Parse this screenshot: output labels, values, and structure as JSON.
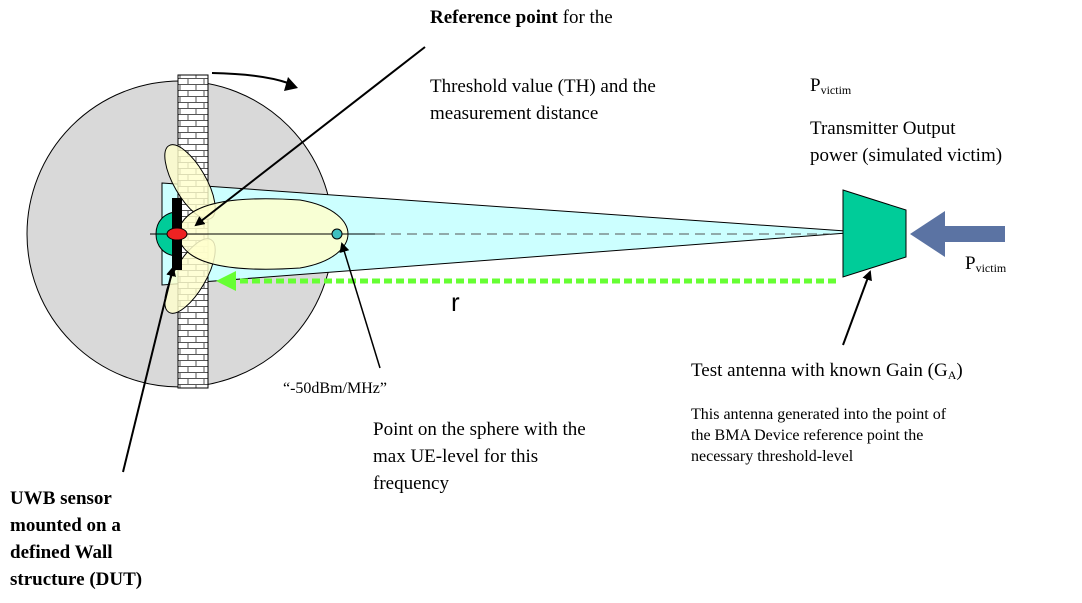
{
  "reference": {
    "bold": "Reference point",
    "rest": " for the",
    "line2": "Threshold value (TH) and the",
    "line3": "measurement distance"
  },
  "p_victim_top": {
    "base": "P",
    "sub": "victim"
  },
  "transmitter": {
    "line1": "Transmitter Output",
    "line2": "power (simulated victim)"
  },
  "p_victim_arrow": {
    "base": "P",
    "sub": "victim"
  },
  "r_label": "r",
  "test_antenna": {
    "text": "Test antenna with known Gain (G",
    "sub": "A",
    "close": ")"
  },
  "antenna_note": {
    "line1": "This antenna generated into the point of",
    "line2": "the BMA Device reference point the",
    "line3": "necessary threshold-level"
  },
  "level": "“-50dBm/MHz”",
  "sphere_point": {
    "line1": "Point on the sphere with the",
    "line2": "max UE-level for this",
    "line3": "frequency"
  },
  "uwb": {
    "line1": "UWB sensor",
    "line2": "mounted on a",
    "line3": "defined Wall",
    "line4": "structure (DUT)"
  },
  "colors": {
    "sphere": "#d9d9d9",
    "beam": "#ccffff",
    "lobe": "#ffffcc",
    "antenna": "#00cc99",
    "distance_arrow": "#66ff33",
    "power_arrow": "#5b73a3",
    "sensor_dot": "#ee2222"
  }
}
